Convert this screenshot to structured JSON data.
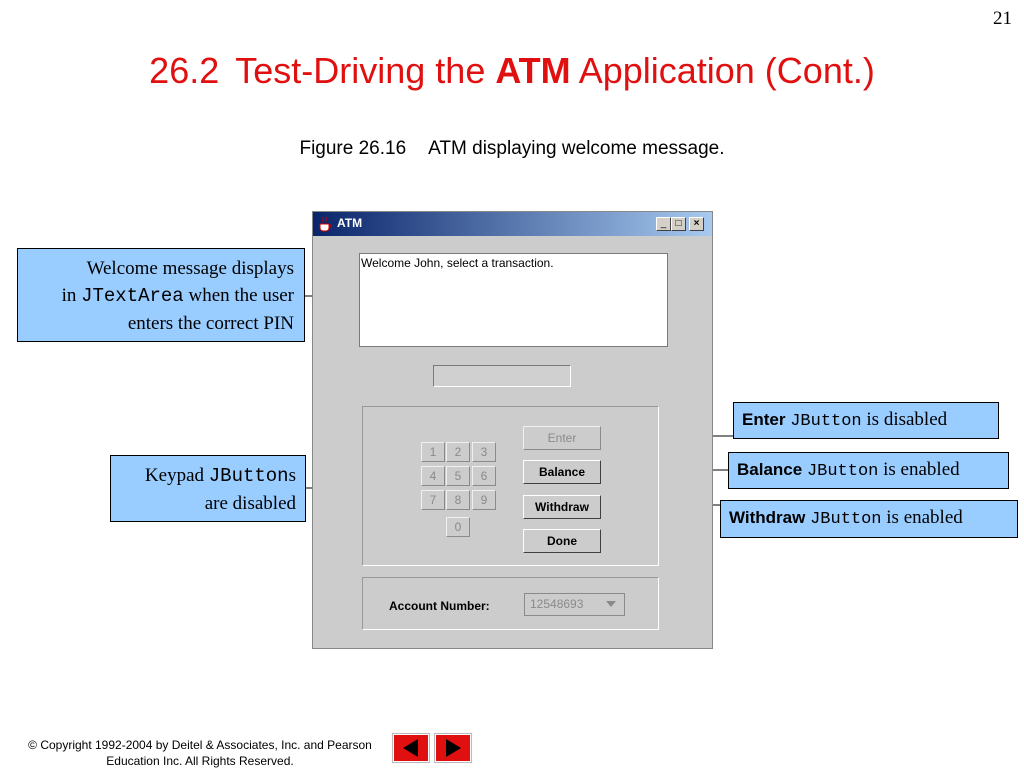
{
  "page_number": "21",
  "title": {
    "number": "26.2",
    "before": "Test-Driving the",
    "bold": "ATM",
    "after": "Application (Cont.)"
  },
  "caption": {
    "figure": "Figure 26.16",
    "text": "ATM displaying welcome message."
  },
  "window": {
    "title": "ATM",
    "title_buttons": {
      "minimize": "_",
      "maximize": "□",
      "close": "×"
    },
    "textarea_text": "Welcome John, select a transaction.",
    "pin_value": "",
    "keys": [
      "1",
      "2",
      "3",
      "4",
      "5",
      "6",
      "7",
      "8",
      "9",
      "0"
    ],
    "buttons": {
      "enter": "Enter",
      "balance": "Balance",
      "withdraw": "Withdraw",
      "done": "Done"
    },
    "account_label": "Account Number:",
    "account_value": "12548693"
  },
  "callouts": {
    "welcome": {
      "l1": "Welcome message displays",
      "l2_pre": "in ",
      "l2_code": "JTextArea",
      "l2_post": " when the user",
      "l3": "enters the correct PIN"
    },
    "keypad": {
      "l1_pre": "Keypad ",
      "l1_code": "JButton",
      "l1_post": "s",
      "l2": "are disabled"
    },
    "enter": {
      "bold": "Enter",
      "code": "JButton",
      "rest": " is disabled"
    },
    "balance": {
      "bold": "Balance",
      "code": "JButton",
      "rest": " is enabled"
    },
    "withdraw": {
      "bold": "Withdraw",
      "code": "JButton",
      "rest": " is enabled"
    }
  },
  "footer": {
    "l1": "© Copyright 1992-2004 by Deitel & Associates, Inc. and Pearson",
    "l2": "Education Inc. All Rights Reserved."
  },
  "colors": {
    "title": "#e01010",
    "callout_bg": "#99ccff",
    "nav": "#e01010",
    "window_bg": "#cccccc"
  }
}
